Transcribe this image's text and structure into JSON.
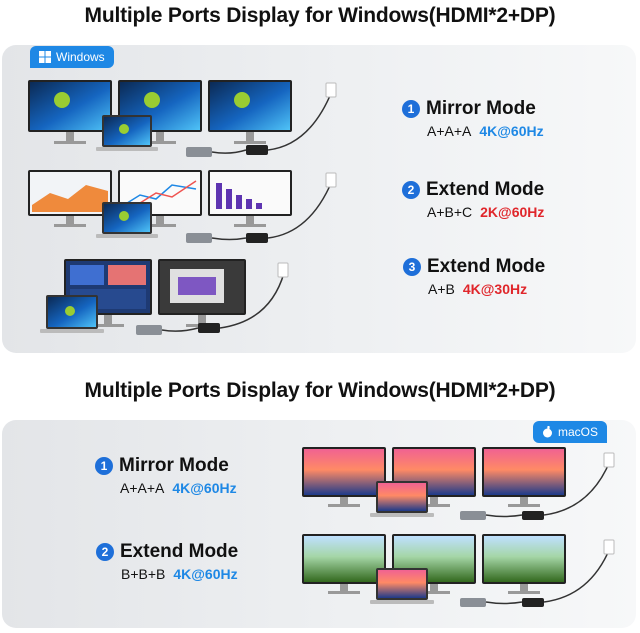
{
  "top_title": "Multiple Ports Display for Windows(HDMI*2+DP)",
  "bottom_title": "Multiple Ports Display for Windows(HDMI*2+DP)",
  "windows_badge": {
    "label": "Windows",
    "icon": "windows-logo-icon"
  },
  "macos_badge": {
    "label": "macOS",
    "icon": "apple-logo-icon"
  },
  "windows_modes": [
    {
      "number": "1",
      "name": "Mirror Mode",
      "config": "A+A+A",
      "resolution": "4K@60Hz",
      "color": "#1e88e5"
    },
    {
      "number": "2",
      "name": "Extend Mode",
      "config": "A+B+C",
      "resolution": "2K@60Hz",
      "color": "#e0262b"
    },
    {
      "number": "3",
      "name": "Extend Mode",
      "config": "A+B",
      "resolution": "4K@30Hz",
      "color": "#e0262b"
    }
  ],
  "mac_modes": [
    {
      "number": "1",
      "name": "Mirror Mode",
      "config": "A+A+A",
      "resolution": "4K@60Hz",
      "color": "#1e88e5"
    },
    {
      "number": "2",
      "name": "Extend Mode",
      "config": "B+B+B",
      "resolution": "4K@60Hz",
      "color": "#1e88e5"
    }
  ]
}
